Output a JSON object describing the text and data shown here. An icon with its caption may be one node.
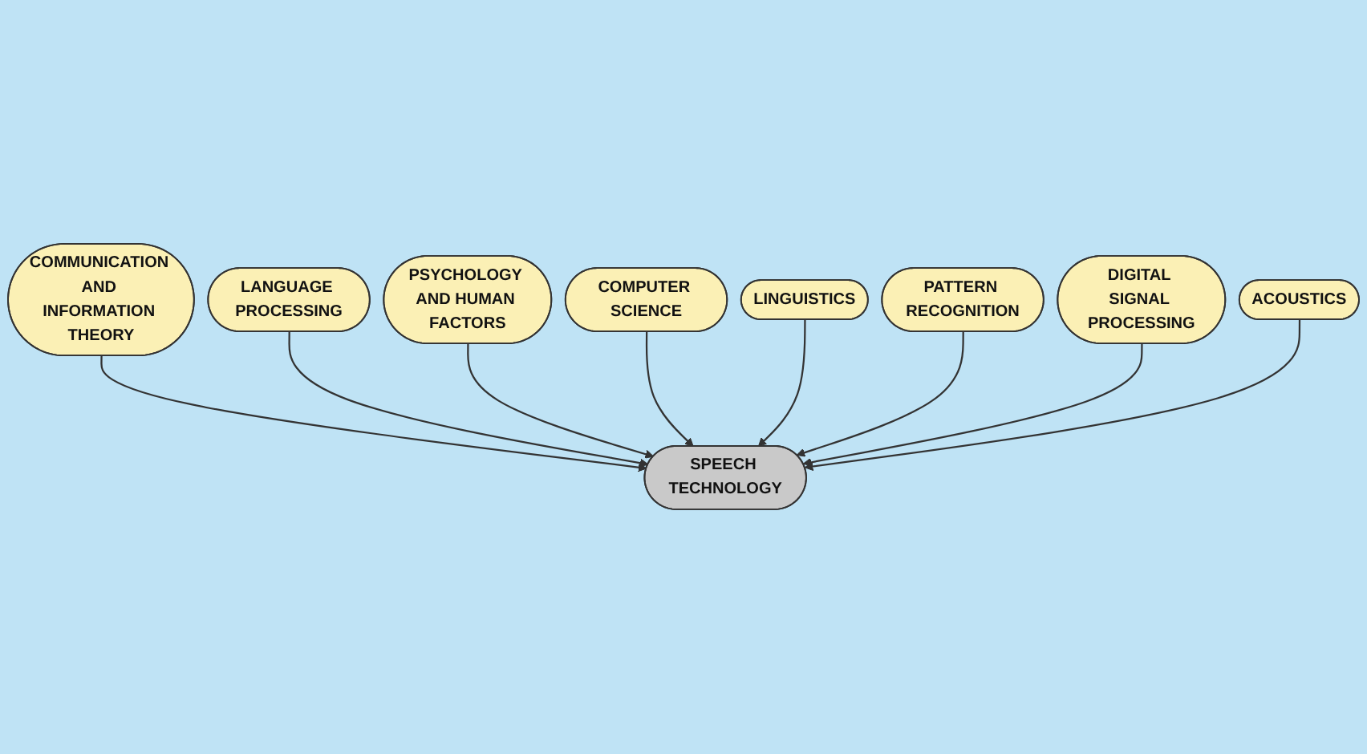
{
  "diagram": {
    "nodes": [
      {
        "text": [
          "COMMUNICATION AND INFORMATION THEORY"
        ]
      },
      {
        "text": [
          "LANGUAGE PROCESSING"
        ]
      },
      {
        "text": [
          "PSYCHOLOGY AND HUMAN FACTORS"
        ]
      },
      {
        "text": [
          "COMPUTER SCIENCE"
        ]
      },
      {
        "text": [
          "SPEECH TECHNOLOGY"
        ]
      },
      {
        "text": [
          "LINGUISTICS"
        ]
      },
      {
        "text": [
          "PATTERN RECOGNITION"
        ]
      },
      {
        "text": [
          "DIGITAL SIGNAL PROCESSING"
        ]
      },
      {
        "text": [
          "ACOUSTICS"
        ]
      }
    ],
    "edges": [
      {
        "from": 0,
        "to": 4,
        "arrow": "to"
      },
      {
        "from": 1,
        "to": 4,
        "arrow": "to"
      },
      {
        "from": 2,
        "to": 4,
        "arrow": "to"
      },
      {
        "from": 3,
        "to": 4,
        "arrow": "to"
      },
      {
        "from": 5,
        "to": 4,
        "arrow": "to"
      },
      {
        "from": 6,
        "to": 4,
        "arrow": "to"
      },
      {
        "from": 7,
        "to": 4,
        "arrow": "to"
      },
      {
        "from": 8,
        "to": 4,
        "arrow": "to"
      }
    ]
  }
}
